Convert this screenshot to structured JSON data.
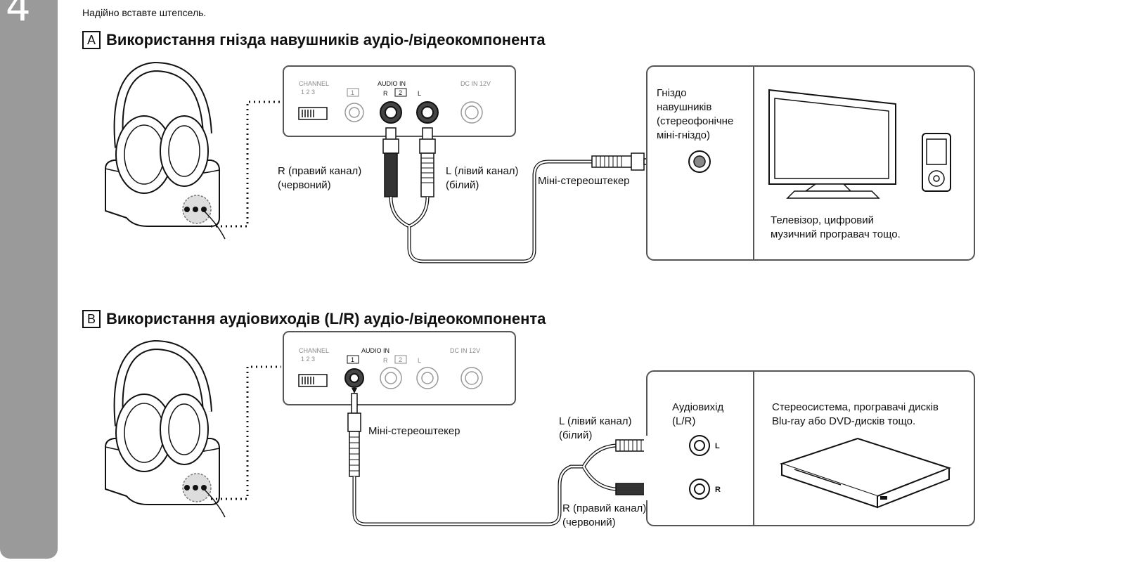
{
  "step": {
    "number": "4",
    "instruction": "Надійно вставте штепсель."
  },
  "section_a": {
    "letter": "A",
    "title": "Використання гнізда навушників аудіо-/відеокомпонента",
    "panel": {
      "channel": "CHANNEL",
      "channel_numbers": "1 2 3",
      "audio_in": "AUDIO IN",
      "input_1": "1",
      "input_2": "2",
      "r": "R",
      "l": "L",
      "dc_in": "DC IN 12V"
    },
    "labels": {
      "r_channel": "R (правий канал)",
      "r_color": "(червоний)",
      "l_channel": "L (лівий канал)",
      "l_color": "(білий)",
      "mini_plug": "Міні-стереоштекер",
      "jack_line1": "Гніздо",
      "jack_line2": "навушників",
      "jack_line3": "(стереофонічне",
      "jack_line4": "міні-гніздо)",
      "device_line1": "Телевізор, цифровий",
      "device_line2": "музичний програвач тощо."
    }
  },
  "section_b": {
    "letter": "B",
    "title": "Використання аудіовиходів (L/R) аудіо-/відеокомпонента",
    "panel": {
      "channel": "CHANNEL",
      "channel_numbers": "1 2 3",
      "audio_in": "AUDIO IN",
      "input_1": "1",
      "input_2": "2",
      "r": "R",
      "l": "L",
      "dc_in": "DC IN 12V"
    },
    "labels": {
      "mini_plug": "Міні-стереоштекер",
      "l_channel": "L (лівий канал)",
      "l_color": "(білий)",
      "r_channel": "R (правий канал)",
      "r_color": "(червоний)",
      "out_line1": "Аудіовихід",
      "out_line2": "(L/R)",
      "out_l": "L",
      "out_r": "R",
      "device_line1": "Стереосистема, програвачі дисків",
      "device_line2": "Blu-ray або DVD-дисків тощо."
    }
  },
  "colors": {
    "sidebar": "#9a9a9a",
    "frame": "#555555"
  }
}
